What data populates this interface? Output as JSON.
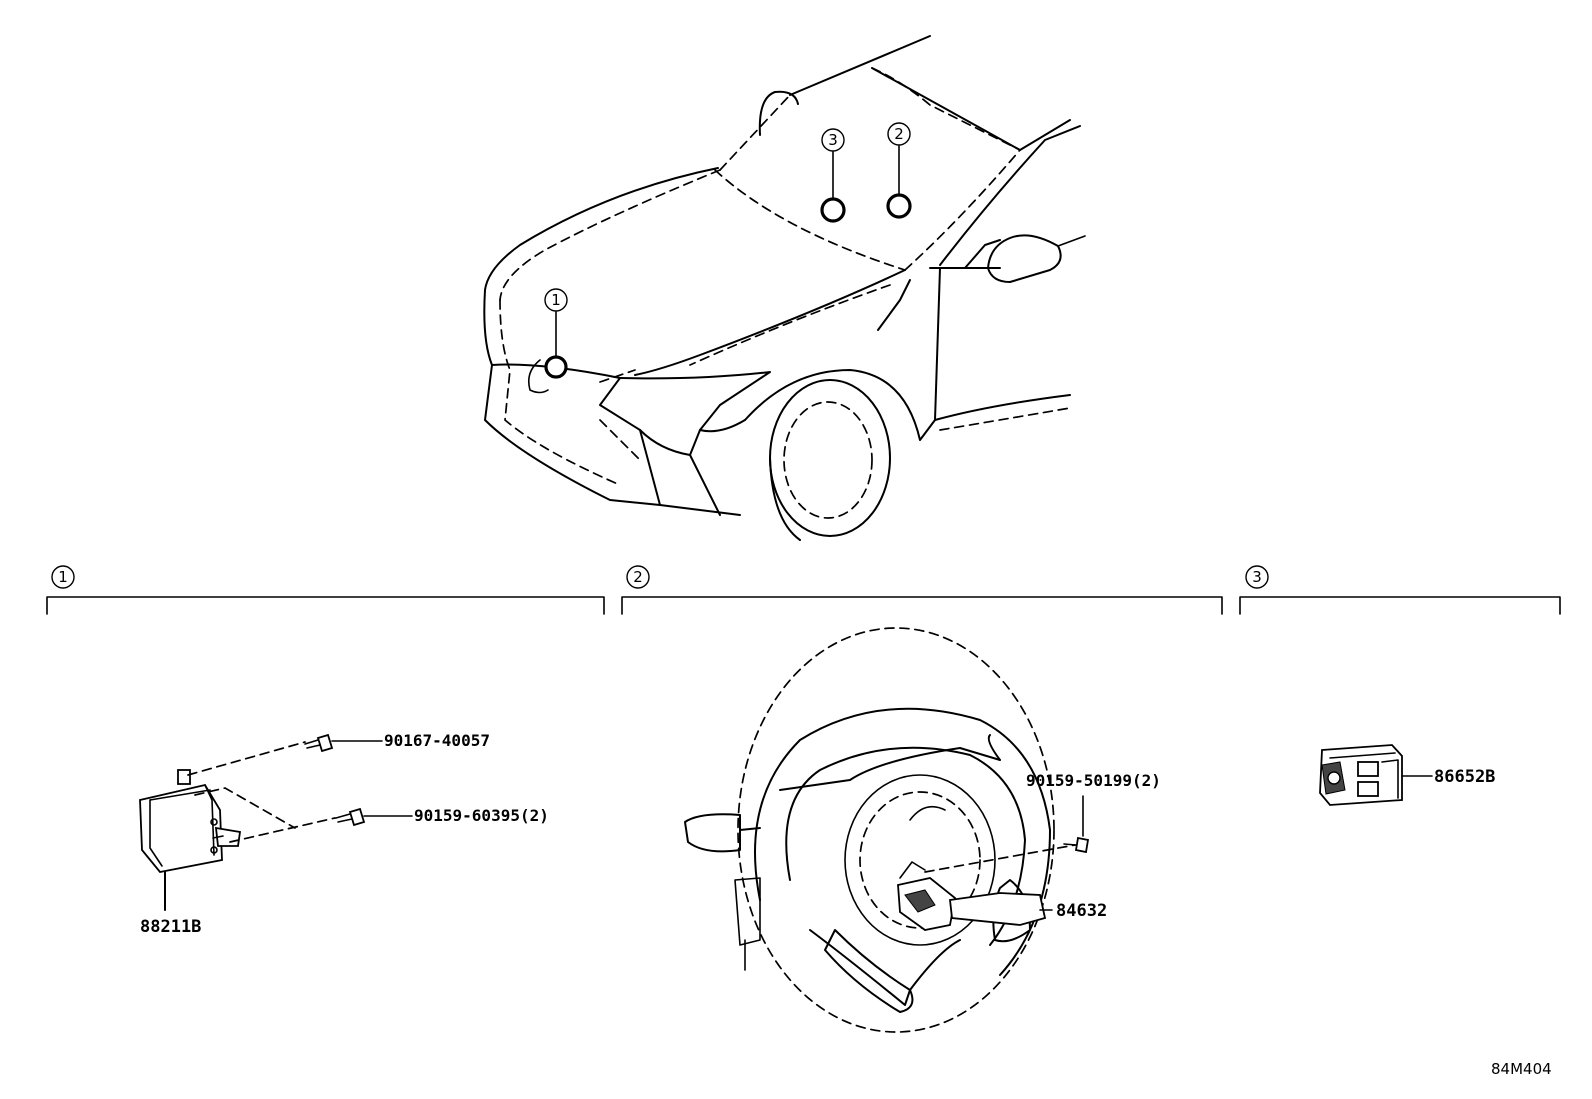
{
  "markers": {
    "one": "1",
    "two": "2",
    "three": "3"
  },
  "sections": [
    {
      "number": "1"
    },
    {
      "number": "2"
    },
    {
      "number": "3"
    }
  ],
  "parts": {
    "radar_sensor": "88211B",
    "bolt_a": "90167-40057",
    "bolt_b": "90159-60395(2)",
    "screw_c": "90159-50199(2)",
    "cruise_switch": "84632",
    "camera_sensor": "86652B"
  },
  "drawing_code": "84M404"
}
